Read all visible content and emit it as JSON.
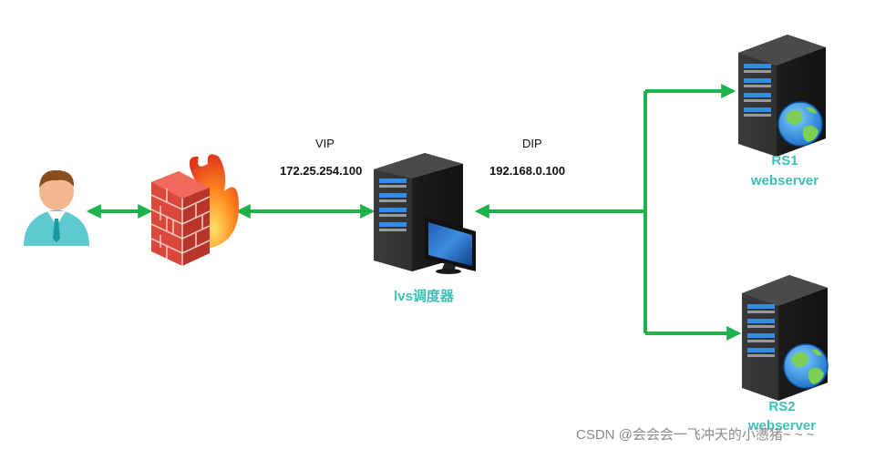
{
  "labels": {
    "vip": "VIP",
    "vip_addr": "172.25.254.100",
    "dip": "DIP",
    "dip_addr": "192.168.0.100",
    "lvs": "lvs调度器",
    "rs1_name": "RS1",
    "rs1_role": "webserver",
    "rs2_name": "RS2",
    "rs2_role": "webserver",
    "watermark": "CSDN @会会会一飞冲天的小懑猪~ ~ ~"
  },
  "colors": {
    "arrow": "#1db24a",
    "label_teal": "#3cc0b8",
    "server_body": "#2e2e2e",
    "server_led": "#2f8fe8"
  },
  "icons": [
    "user-icon",
    "firewall-icon",
    "server-icon",
    "monitor-icon",
    "globe-icon"
  ]
}
